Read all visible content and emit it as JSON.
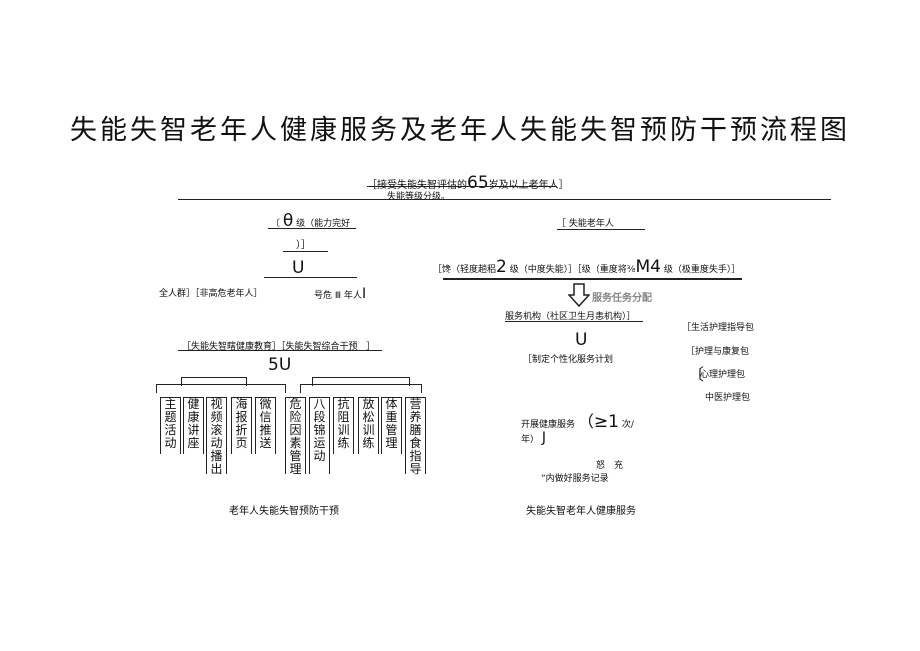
{
  "title": "失能失智老年人健康服务及老年人失能失智预防干预流程图",
  "top": {
    "line1_prefix": "［接受失能失智评估的",
    "line1_num": "65",
    "line1_suffix": "岁及以上老年人］",
    "line2": "失能等级分级。"
  },
  "left": {
    "level0_sym": "θ",
    "level0_text": "级（能力完好",
    "level0_close": "）］",
    "u1": "U",
    "groups": "全人群］［非高危老年人］",
    "high_risk": "号危 Ⅲ 年人",
    "high_risk_tail": "I",
    "programs": "［失能失智瞎健康教育］［失能失智综合干预",
    "programs_close": "］",
    "su": "5U",
    "items": [
      {
        "chars": [
          "主",
          "题",
          "活",
          "动"
        ]
      },
      {
        "chars": [
          "健",
          "康",
          "讲",
          "座"
        ]
      },
      {
        "chars": [
          "视",
          "频",
          "滚",
          "动",
          "播",
          "出"
        ]
      },
      {
        "chars": [
          "海",
          "报",
          "折",
          "页"
        ]
      },
      {
        "chars": [
          "微",
          "信",
          "推",
          "送"
        ]
      },
      {
        "chars": [
          "危",
          "险",
          "因",
          "素",
          "管",
          "理"
        ]
      },
      {
        "chars": [
          "八",
          "段",
          "锦",
          "运",
          "动"
        ]
      },
      {
        "chars": [
          "抗",
          "阻",
          "训",
          "练"
        ]
      },
      {
        "chars": [
          "放",
          "松",
          "训",
          "练"
        ]
      },
      {
        "chars": [
          "体",
          "重",
          "管",
          "理"
        ]
      },
      {
        "chars": [
          "营",
          "养",
          "膳",
          "食",
          "指",
          "导"
        ]
      }
    ],
    "caption": "老年人失能失智预防干预"
  },
  "right": {
    "disabled": "［ 失能老年人",
    "grades_a": "［馋（轻度趟稆",
    "grades_num": "2",
    "grades_b": "级（中度失能）］［级（重度将⅜",
    "grades_m4": "M4",
    "grades_c": "级（极重度失手）］",
    "assign": "服务任务分配",
    "institution": "服务机构（社区卫生月恚机构）］",
    "u2": "U",
    "plan": "［制定个性化服务计划",
    "packs": [
      "［生活护理指导包",
      "［护理与康复包",
      "心理护理包",
      "中医护理包"
    ],
    "service_a": "开展健康服务",
    "service_b": "（",
    "service_num": "≥1",
    "service_c": "次/",
    "service_d": "年）",
    "service_e": "J",
    "nukon": "怒　充",
    "record": "“内做好服务记录",
    "caption": "失能失智老年人健康服务"
  }
}
